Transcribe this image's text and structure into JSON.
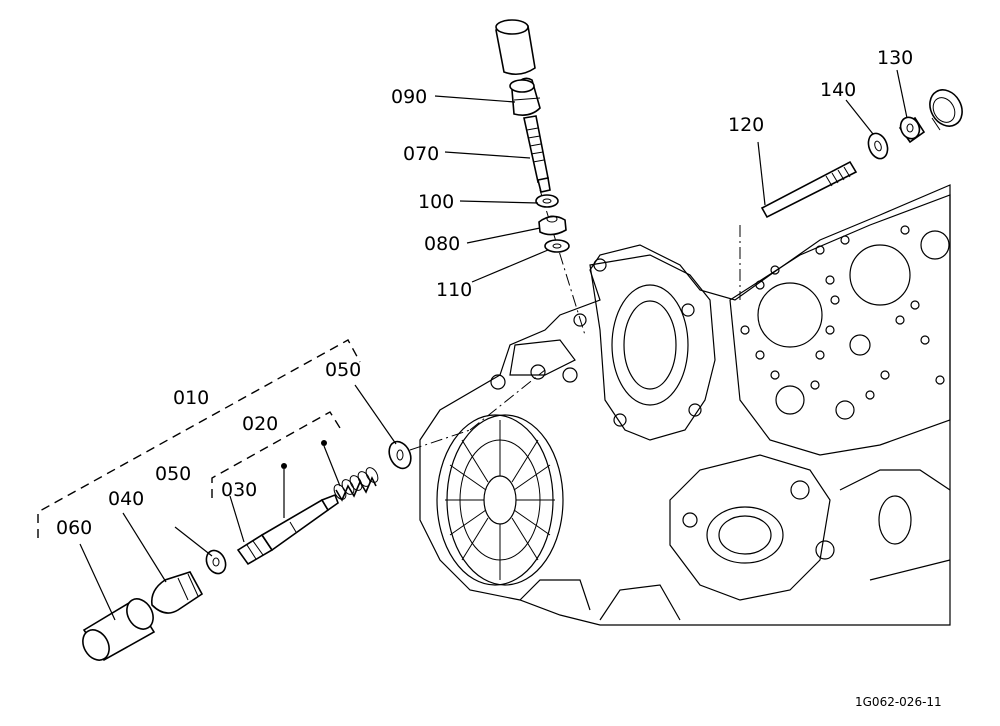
{
  "diagram": {
    "labels": {
      "p010": "010",
      "p020": "020",
      "p030": "030",
      "p040": "040",
      "p050a": "050",
      "p050b": "050",
      "p060": "060",
      "p070": "070",
      "p080": "080",
      "p090": "090",
      "p100": "100",
      "p110": "110",
      "p120": "120",
      "p130": "130",
      "p140": "140"
    },
    "figure_code": "1G062-026-11"
  }
}
